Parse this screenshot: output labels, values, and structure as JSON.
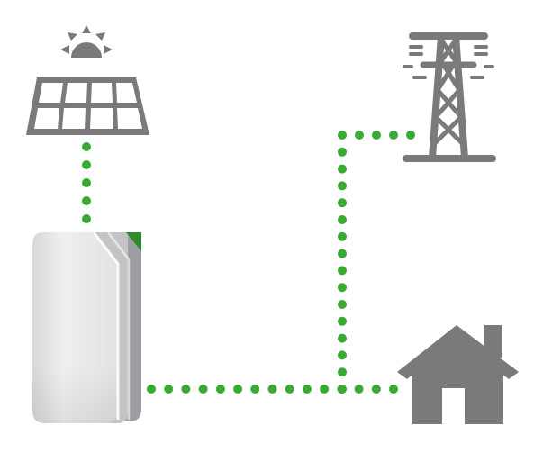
{
  "colors": {
    "icon_gray": "#7a7a7a",
    "connector_green": "#3aaa35",
    "battery_light": "#e6e6e6",
    "battery_mid": "#c4c4c6",
    "battery_dark": "#9d9ea2",
    "battery_corner": "#2e8b2e",
    "background": "#ffffff"
  },
  "nodes": [
    {
      "id": "solar",
      "icon": "solar-panel-with-sun-icon"
    },
    {
      "id": "grid",
      "icon": "power-transmission-tower-icon"
    },
    {
      "id": "battery",
      "icon": "home-battery-unit"
    },
    {
      "id": "house",
      "icon": "house-icon"
    }
  ],
  "connections": [
    {
      "from": "solar",
      "to": "battery",
      "style": "dotted"
    },
    {
      "from": "battery",
      "to": "house",
      "style": "dotted"
    },
    {
      "from": "grid",
      "to": "house",
      "style": "dotted"
    }
  ]
}
